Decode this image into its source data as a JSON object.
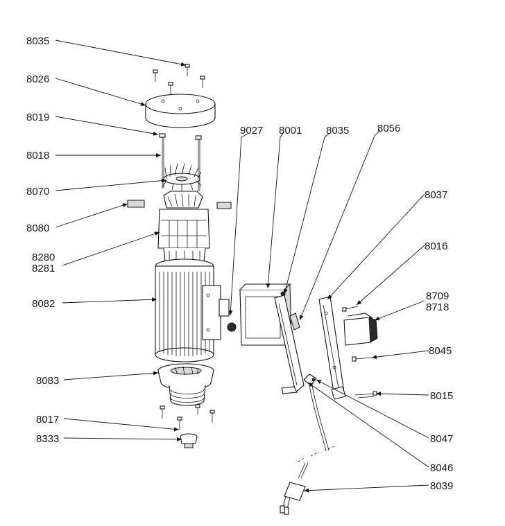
{
  "callouts": {
    "c8035_top": "8035",
    "c8026": "8026",
    "c8019": "8019",
    "c8018": "8018",
    "c8070": "8070",
    "c8080": "8080",
    "c8280": "8280",
    "c8281": "8281",
    "c8082": "8082",
    "c8083": "8083",
    "c8017": "8017",
    "c8333": "8333",
    "c9027": "9027",
    "c8001": "8001",
    "c8035_mid": "8035",
    "c8056": "8056",
    "c8037": "8037",
    "c8016": "8016",
    "c8709": "8709",
    "c8718": "8718",
    "c8045": "8045",
    "c8015": "8015",
    "c8047": "8047",
    "c8046": "8046",
    "c8039": "8039"
  }
}
